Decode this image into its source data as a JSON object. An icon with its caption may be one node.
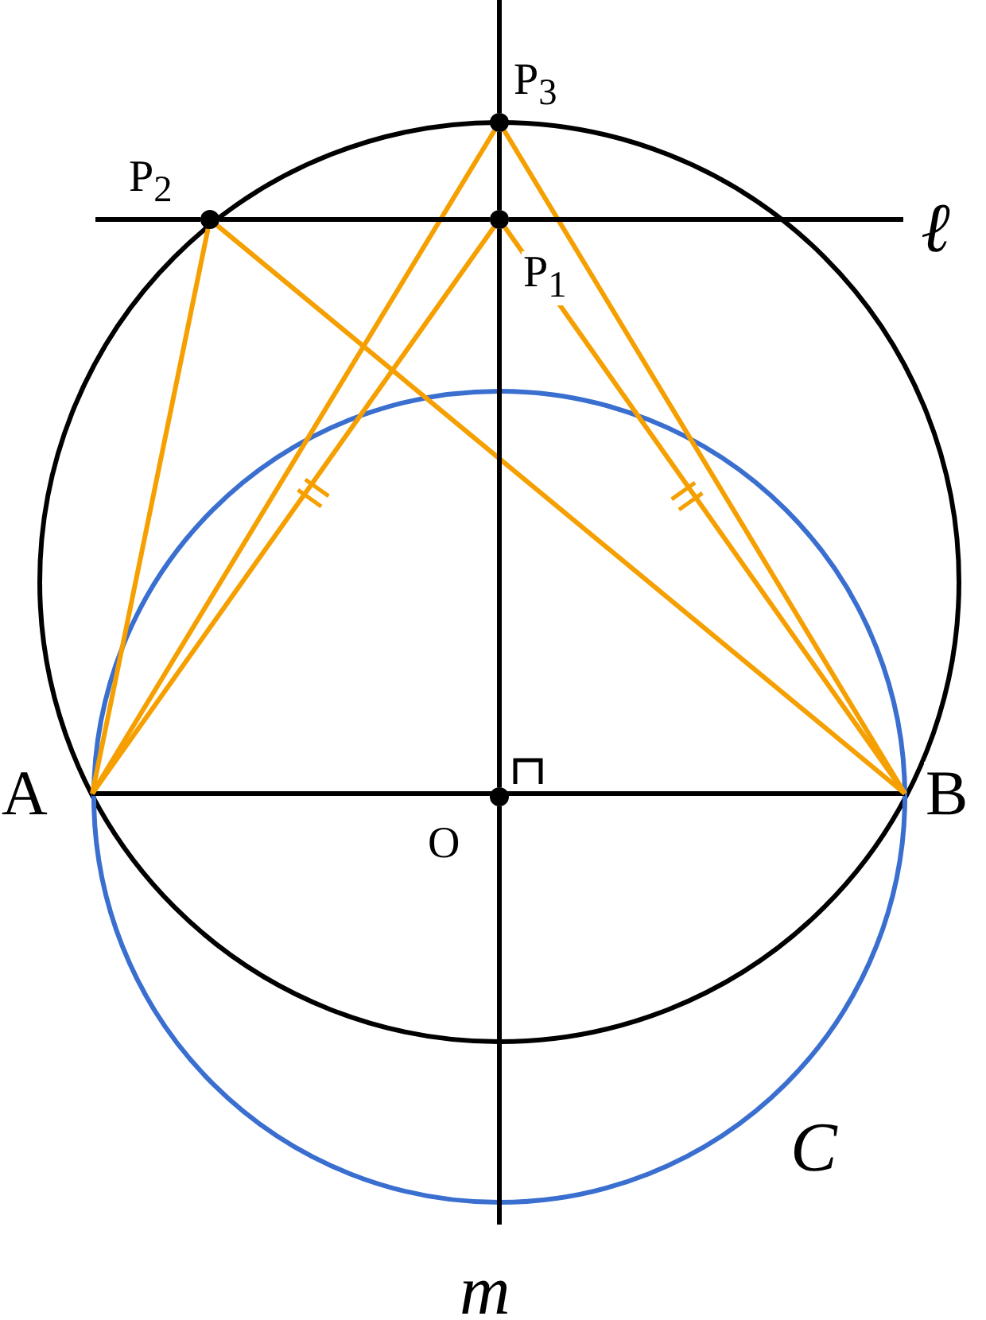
{
  "diagram": {
    "nodes": [
      {
        "text": [
          "A"
        ]
      },
      {
        "text": [
          "B"
        ]
      },
      {
        "text": [
          "O"
        ]
      },
      {
        "text": [
          "P$_{1}$"
        ]
      },
      {
        "text": [
          "P$_{2}$"
        ]
      },
      {
        "text": [
          "P$_{3}$"
        ]
      }
    ],
    "edges": [
      {
        "from": 0,
        "to": 1,
        "arrow": "none"
      },
      {
        "from": 0,
        "to": 3,
        "arrow": "none",
        "color": "#f5a000"
      },
      {
        "from": 0,
        "to": 4,
        "arrow": "none",
        "color": "#f5a000"
      },
      {
        "from": 0,
        "to": 5,
        "arrow": "none",
        "color": "#f5a000"
      },
      {
        "from": 1,
        "to": 3,
        "arrow": "none",
        "color": "#f5a000"
      },
      {
        "from": 1,
        "to": 4,
        "arrow": "none",
        "color": "#f5a000"
      },
      {
        "from": 1,
        "to": 5,
        "arrow": "none",
        "color": "#f5a000"
      },
      {
        "from": null,
        "to": 4,
        "arrow": "none"
      },
      {
        "from": 4,
        "to": 3,
        "arrow": "none"
      },
      {
        "from": 3,
        "to": null,
        "arrow": "none"
      },
      {
        "from": null,
        "to": 5,
        "arrow": "none"
      },
      {
        "from": 5,
        "to": 3,
        "arrow": "none"
      },
      {
        "from": 3,
        "to": 2,
        "arrow": "none"
      },
      {
        "from": 2,
        "to": null,
        "arrow": "none"
      }
    ],
    "labels": [
      "ℓ",
      "C",
      "m"
    ]
  }
}
